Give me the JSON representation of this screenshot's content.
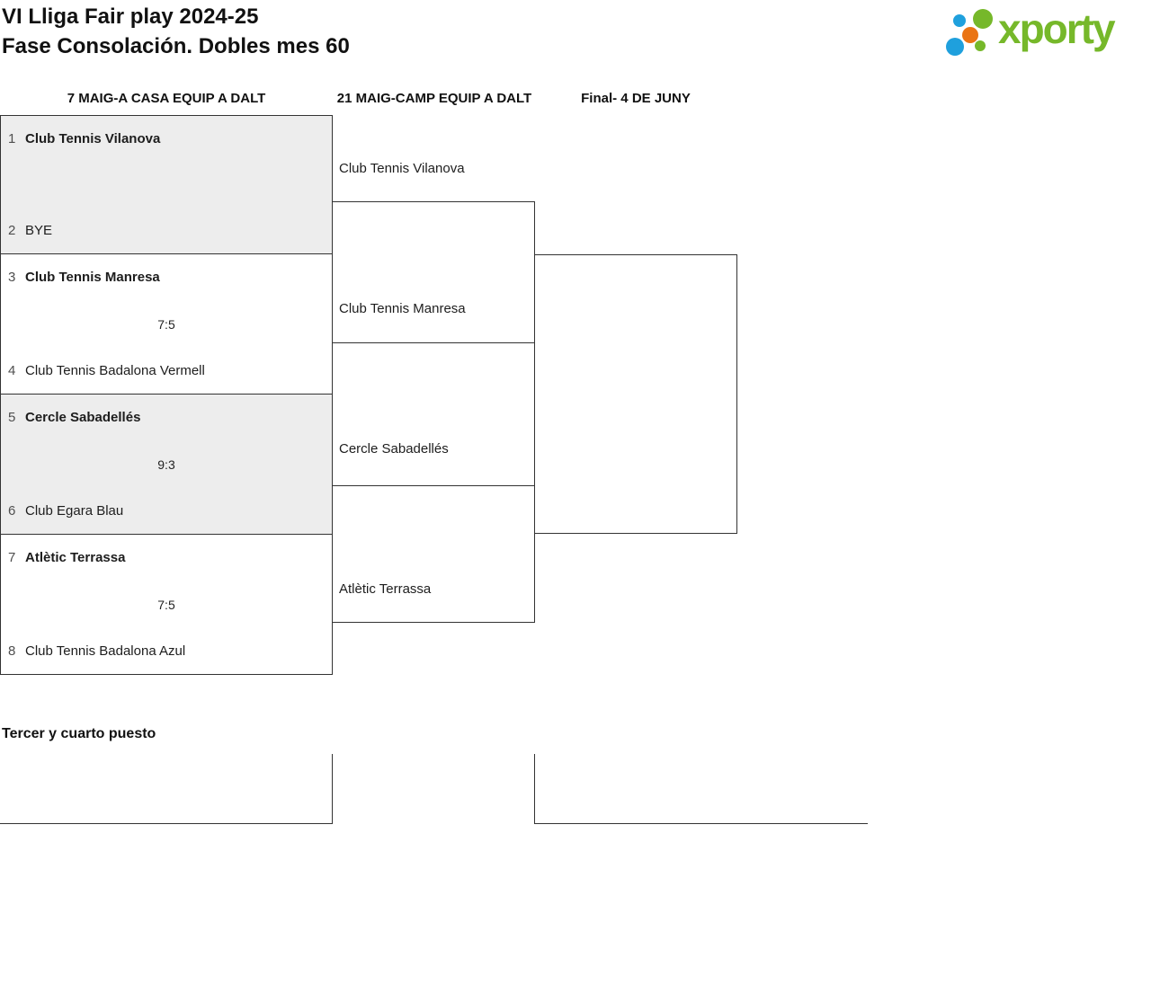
{
  "title": {
    "line1": "VI Lliga Fair play 2024-25",
    "line2": "Fase Consolación. Dobles mes 60"
  },
  "logo": {
    "brand": "xporty"
  },
  "colors": {
    "accent_green": "#76b82a",
    "accent_blue": "#1fa0dd",
    "accent_orange": "#ea7414",
    "box_grey": "#ededed",
    "line": "#333333"
  },
  "columns": {
    "round1": "7 MAIG-A CASA EQUIP A DALT",
    "round2": "21 MAIG-CAMP EQUIP A DALT",
    "final": "Final- 4 DE JUNY"
  },
  "bracket": {
    "round1": [
      {
        "seed_top": "1",
        "team_top": "Club Tennis Vilanova",
        "winner_top": true,
        "score": "",
        "seed_bottom": "2",
        "team_bottom": "BYE",
        "winner_bottom": false
      },
      {
        "seed_top": "3",
        "team_top": "Club Tennis Manresa",
        "winner_top": true,
        "score": "7:5",
        "seed_bottom": "4",
        "team_bottom": "Club Tennis Badalona Vermell",
        "winner_bottom": false
      },
      {
        "seed_top": "5",
        "team_top": "Cercle Sabadellés",
        "winner_top": true,
        "score": "9:3",
        "seed_bottom": "6",
        "team_bottom": "Club Egara Blau",
        "winner_bottom": false
      },
      {
        "seed_top": "7",
        "team_top": "Atlètic Terrassa",
        "winner_top": true,
        "score": "7:5",
        "seed_bottom": "8",
        "team_bottom": "Club Tennis Badalona Azul",
        "winner_bottom": false
      }
    ],
    "round2": [
      "Club Tennis Vilanova",
      "Club Tennis Manresa",
      "Cercle Sabadellés",
      "Atlètic Terrassa"
    ]
  },
  "third_place": {
    "heading": "Tercer y cuarto puesto"
  }
}
